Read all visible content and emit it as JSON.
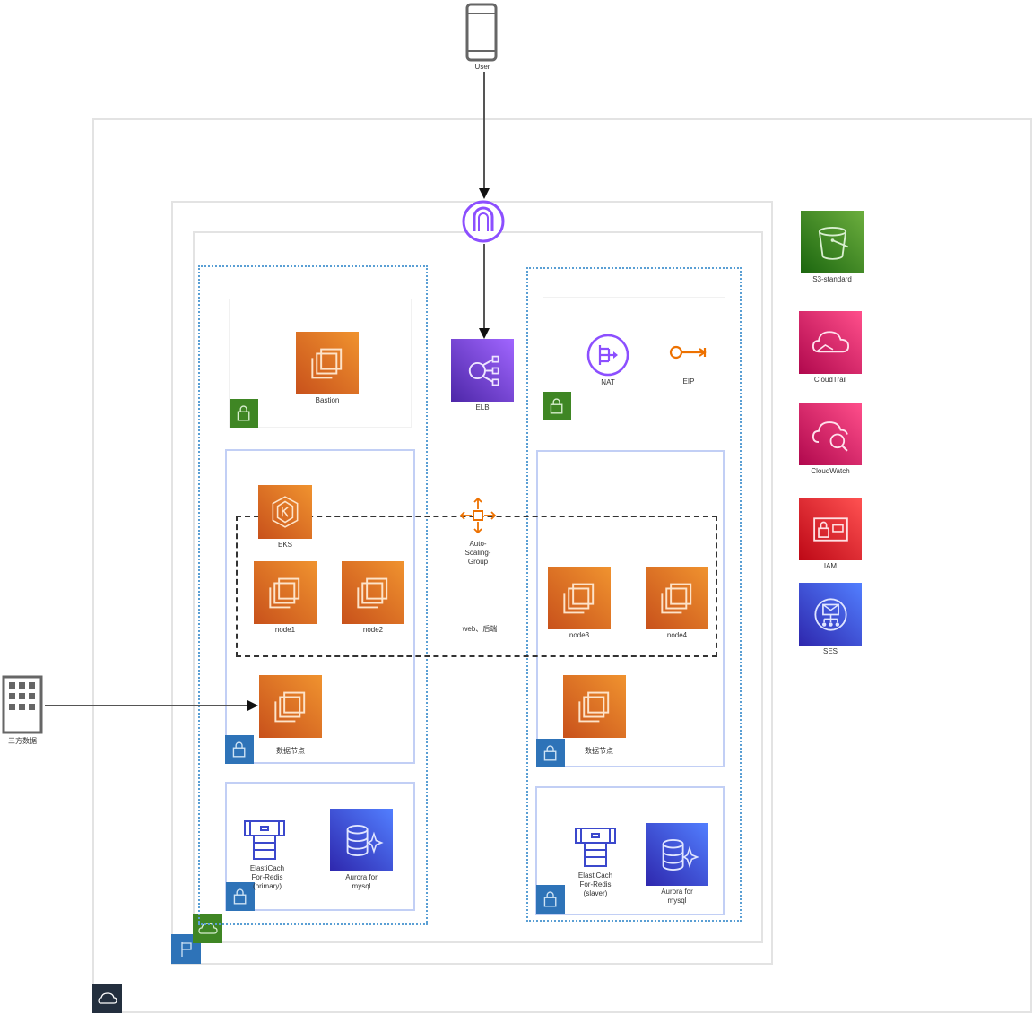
{
  "diagram": {
    "title": "AWS architecture",
    "external": {
      "user": {
        "label": "User",
        "icon": "mobile-client-icon"
      },
      "third_party": {
        "label": "三方数据",
        "icon": "corporate-datacenter-icon"
      }
    },
    "edge": {
      "internet_gateway": {
        "label": "",
        "icon": "internet-gateway-icon"
      }
    },
    "public_subnet_left": {
      "bastion": {
        "label": "Bastion",
        "icon": "ec2-icon"
      }
    },
    "center": {
      "elb": {
        "label": "ELB",
        "icon": "elastic-load-balancing-icon"
      },
      "asg": {
        "label": "Auto-\nScaling-\nGroup",
        "icon": "auto-scaling-icon"
      },
      "asg_caption": {
        "label": "web、后端"
      }
    },
    "public_subnet_right": {
      "nat": {
        "label": "NAT",
        "icon": "nat-gateway-icon"
      },
      "eip": {
        "label": "EIP",
        "icon": "elastic-ip-icon"
      }
    },
    "private_subnet_left": {
      "eks": {
        "label": "EKS",
        "icon": "eks-icon"
      },
      "node1": {
        "label": "node1",
        "icon": "ec2-icon"
      },
      "node2": {
        "label": "node2",
        "icon": "ec2-icon"
      },
      "data_node": {
        "label": "数据节点",
        "icon": "ec2-icon"
      }
    },
    "private_subnet_right": {
      "node3": {
        "label": "node3",
        "icon": "ec2-icon"
      },
      "node4": {
        "label": "node4",
        "icon": "ec2-icon"
      },
      "data_node": {
        "label": "数据节点",
        "icon": "ec2-icon"
      }
    },
    "db_subnet_left": {
      "cache": {
        "label": "ElastiCach\nFor-Redis\n(primary)",
        "icon": "elasticache-redis-icon"
      },
      "aurora": {
        "label": "Aurora for\nmysql",
        "icon": "aurora-icon"
      }
    },
    "db_subnet_right": {
      "cache": {
        "label": "ElastiCach\nFor-Redis\n(slaver)",
        "icon": "elasticache-redis-icon"
      },
      "aurora": {
        "label": "Aurora for\nmysql",
        "icon": "aurora-icon"
      }
    },
    "regional_services": [
      {
        "label": "S3-standard",
        "icon": "s3-bucket-icon",
        "color": "#3f8624"
      },
      {
        "label": "CloudTrail",
        "icon": "cloudtrail-icon",
        "color": "#e7157b"
      },
      {
        "label": "CloudWatch",
        "icon": "cloudwatch-icon",
        "color": "#e7157b"
      },
      {
        "label": "IAM",
        "icon": "iam-icon",
        "color": "#dd344c"
      },
      {
        "label": "SES",
        "icon": "ses-icon",
        "color": "#3b48cc"
      }
    ],
    "colors": {
      "compute": "#ed7100",
      "networking": "#8c4fff",
      "database": "#3b48cc",
      "public_subnet": "#3f8624",
      "private_subnet": "#2e73b8",
      "az_border": "#5a9fd4",
      "asg_border": "#333333"
    }
  }
}
